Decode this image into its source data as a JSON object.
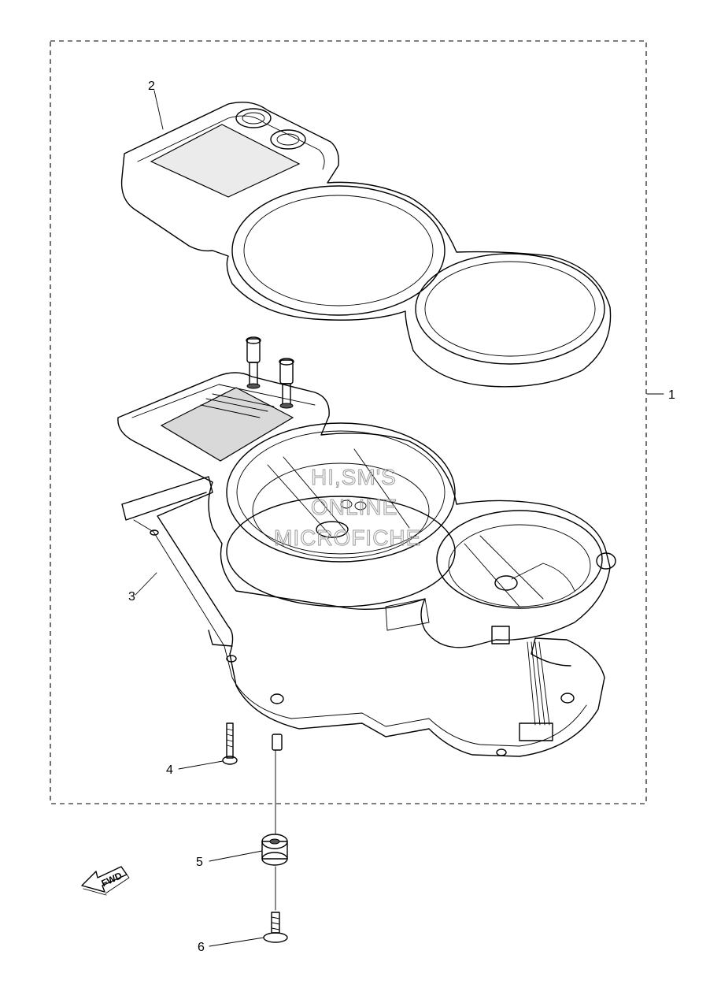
{
  "callouts": [
    {
      "id": "1",
      "label": "1"
    },
    {
      "id": "2",
      "label": "2"
    },
    {
      "id": "3",
      "label": "3"
    },
    {
      "id": "4",
      "label": "4"
    },
    {
      "id": "5",
      "label": "5"
    },
    {
      "id": "6",
      "label": "6"
    }
  ],
  "watermark": {
    "line1": "HI,SM'S",
    "line2": "ONLINE",
    "line3": "MICROFICHE"
  },
  "direction_marker": {
    "label": "FWD"
  }
}
